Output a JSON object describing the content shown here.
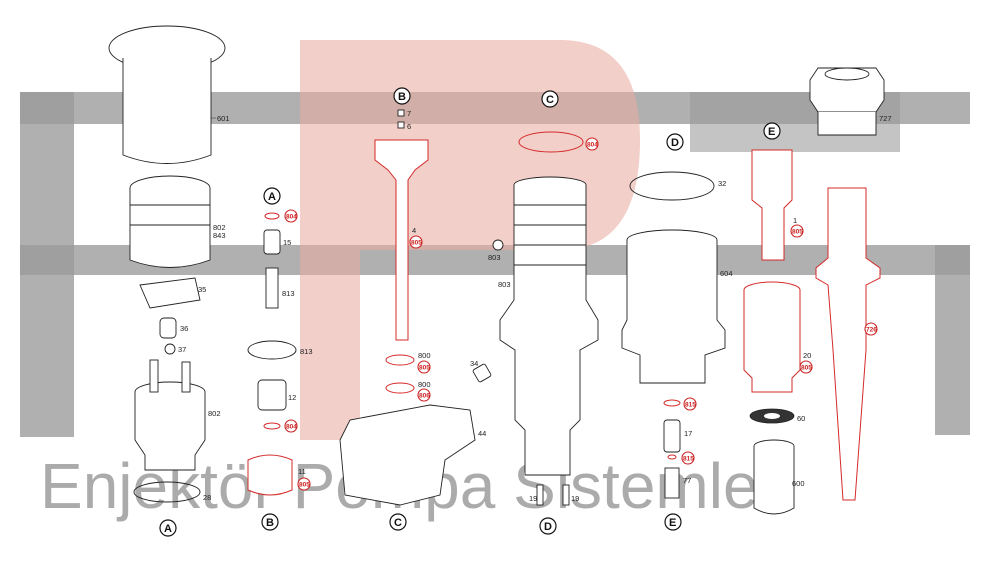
{
  "watermark": {
    "text": "Enjektör Pompa Sistemleri",
    "bar_color": "#8a8a8a",
    "letter_color": "#e4a092"
  },
  "labels": {
    "l601": "601",
    "l802a": "802",
    "l843": "843",
    "l35": "35",
    "l36": "36",
    "l37": "37",
    "l802b": "802",
    "l28": "28",
    "l15": "15",
    "l813a": "813",
    "l813b": "813",
    "l12": "12",
    "l11": "11",
    "l7": "7",
    "l6": "6",
    "l4": "4",
    "l800a": "800",
    "l800b": "800",
    "l44": "44",
    "l803a": "803",
    "l803b": "803",
    "l34": "34",
    "l19a": "19",
    "l19b": "19",
    "l32": "32",
    "l604": "604",
    "l17": "17",
    "l77": "77",
    "l1": "1",
    "l20": "20",
    "l60": "60",
    "l600": "600",
    "l727": "727"
  },
  "callouts": {
    "c804a": "804",
    "c804b": "804",
    "c805a": "805",
    "c805b": "805",
    "c805c": "805",
    "c806": "806",
    "c804c": "804",
    "c815a": "815",
    "c815b": "815",
    "c805d": "805",
    "c805e": "805",
    "c726": "726"
  },
  "sections": {
    "a_top": "A",
    "a_bottom": "A",
    "b_top": "B",
    "b_bottom": "B",
    "c_top": "C",
    "c_bottom": "C",
    "d_top": "D",
    "d_bottom": "D",
    "e_top": "E",
    "e_bottom": "E"
  }
}
